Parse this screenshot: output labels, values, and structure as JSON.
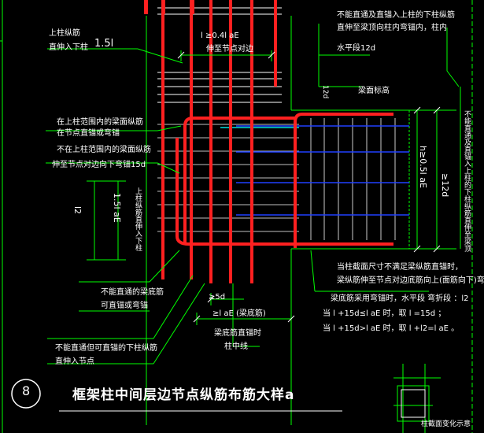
{
  "labels": {
    "top_bar_line1": "上柱纵筋",
    "top_bar_line2": "直伸入下柱",
    "top_bar_len": "1.5l",
    "anchor_top": "l  ≥0.4l  aE",
    "anchor_top2": "伸至节点对边",
    "right_note1": "不能直通及直锚入上柱的下柱纵筋",
    "right_note2": "直伸至梁顶向柱内弯锚内，柱内",
    "right_note3": "水平段12d",
    "beam_top": "梁面标高",
    "twelve_d": "12d",
    "left_note1": "在上柱范围内的梁面纵筋",
    "left_note2": "在节点直锚或弯锚",
    "left_note3": "不在上柱范围内的梁面纵筋",
    "left_note4": "伸至节点对边向下弯锚15d",
    "la_label": "1.5l  aE",
    "la_sub": "上柱纵筋直伸入下柱",
    "l2_label": "l2",
    "right_vert1": "h≥0.5l  aE",
    "right_vert2": "≥12d",
    "right_vert3": "不能直通及直锚入上柱的下柱纵筋直伸至梁顶",
    "lower_left1": "不能直通的梁底筋",
    "lower_left2": "可直锚或弯锚",
    "lower_left3": "不能直通但可直锚的下柱纵筋",
    "lower_left4": "直伸入节点",
    "five_d": "≥5d",
    "bottom_anchor": "≥l  aE  (梁底筋)",
    "col_center1": "梁底筋直锚时",
    "col_center2": "柱中线",
    "note_r1": "当柱截面尺寸不满足梁纵筋直锚时，",
    "note_r2": "梁纵筋伸至节点对边底筋向上(面筋向下)弯折。",
    "note_r3": "梁底筋采用弯锚时，水平段    弯折段    ：l2",
    "note_r4": "当    l  +15d≤l  aE  时，取  l  =15d   ；",
    "note_r5": "当    l  +15d>l  aE  时，取  l  +l2=l  aE  。",
    "circle_num": "8",
    "title": "框架柱中间层边节点纵筋布筋大样a",
    "small_caption": "柱截面变化示意"
  },
  "colors": {
    "background": "#000000",
    "rebar": "#ff2020",
    "stirrup": "#ffffff",
    "beam_rebar": "#2040ff",
    "leader": "#00ff00",
    "dim": "#00ff00",
    "concrete_edge": "#00ff00",
    "text": "#ffffff",
    "grey": "#bbbbbb",
    "cyan": "#00e0e0"
  }
}
